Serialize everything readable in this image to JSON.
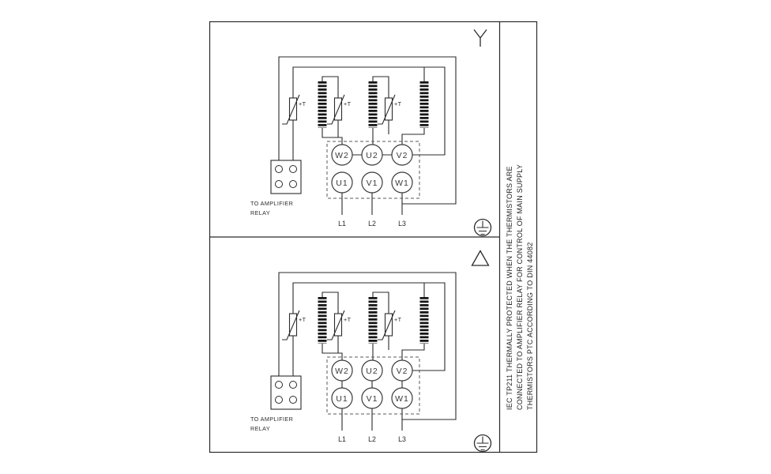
{
  "colors": {
    "ink": "#2b2b2b",
    "background": "#ffffff"
  },
  "side_note": {
    "line1": "IEC TP211 THERMALLY PROTECTED WHEN THE THERMISTORS ARE",
    "line2": "CONNECTED TO AMPLIFIER RELAY FOR CONTROL OF MAIN SUPPLY",
    "line3": "THERMISTORS PTC ACCORDING TO DIN 44082"
  },
  "panels": [
    {
      "connection": "star",
      "terminals": {
        "w2": "W2",
        "u2": "U2",
        "v2": "V2",
        "u1": "U1",
        "v1": "V1",
        "w1": "W1"
      },
      "thermistor_labels": [
        "+T",
        "+T",
        "+T"
      ],
      "relay_note": [
        "TO AMPLIFIER",
        "RELAY"
      ],
      "supply": [
        "L1",
        "L2",
        "L3"
      ]
    },
    {
      "connection": "delta",
      "terminals": {
        "w2": "W2",
        "u2": "U2",
        "v2": "V2",
        "u1": "U1",
        "v1": "V1",
        "w1": "W1"
      },
      "thermistor_labels": [
        "+T",
        "+T",
        "+T"
      ],
      "relay_note": [
        "TO AMPLIFIER",
        "RELAY"
      ],
      "supply": [
        "L1",
        "L2",
        "L3"
      ]
    }
  ]
}
